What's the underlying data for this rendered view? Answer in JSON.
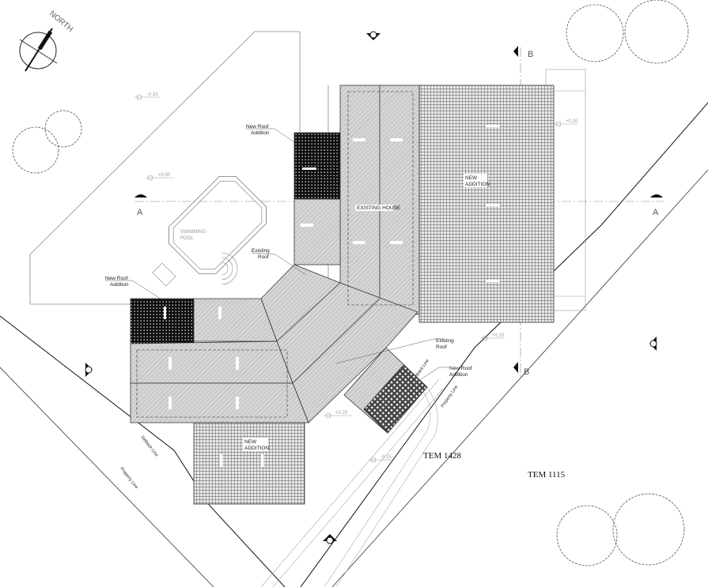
{
  "north_label": "NORTH",
  "labels": {
    "new_roof_addition_1": [
      "New Roof",
      "Addition"
    ],
    "new_roof_addition_2": [
      "New Roof",
      "Addition"
    ],
    "new_roof_addition_3": [
      "New Roof",
      "Addition"
    ],
    "existing_roof_1": [
      "Existing",
      "Roof"
    ],
    "existing_roof_2": [
      "Existing",
      "Roof"
    ],
    "existing_house": "EXISTING HOUSE",
    "new_addition_1": [
      "NEW",
      "ADDITION"
    ],
    "new_addition_2": [
      "NEW",
      "ADDITION"
    ],
    "swimming_pool": [
      "SWIMMING",
      "POOL"
    ],
    "setback_line_1": "Setback Line",
    "setback_line_2": "Setback Line",
    "property_line_1": "Property Line",
    "property_line_2": "Property Line",
    "lot_1": "TEM 1428",
    "lot_2": "TEM 1115"
  },
  "elevations": [
    "-0.10",
    "+0.00",
    "+0.20",
    "+0.15",
    "+0.20",
    "-0.15"
  ],
  "section_markers": {
    "a": "A",
    "b": "B"
  },
  "colors": {
    "hatch_gray": "#d4d4d4",
    "dark_roof": "#111111",
    "line": "#333333"
  }
}
